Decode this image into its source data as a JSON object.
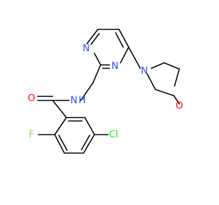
{
  "molecule": {
    "atoms": {
      "oxygen_carbonyl": "O",
      "nitrogen_amide": "N",
      "hydrogen_amide": "H",
      "nitrogen_pyrimidine_1": "N",
      "nitrogen_pyrimidine_2": "N",
      "nitrogen_morpholine": "N",
      "oxygen_morpholine": "O",
      "fluorine": "F",
      "chlorine": "Cl"
    },
    "colors": {
      "bond": "#000000",
      "oxygen": "#ff0d0d",
      "nitrogen": "#3050f8",
      "fluorine": "#90e050",
      "chlorine": "#1ff01f"
    }
  }
}
